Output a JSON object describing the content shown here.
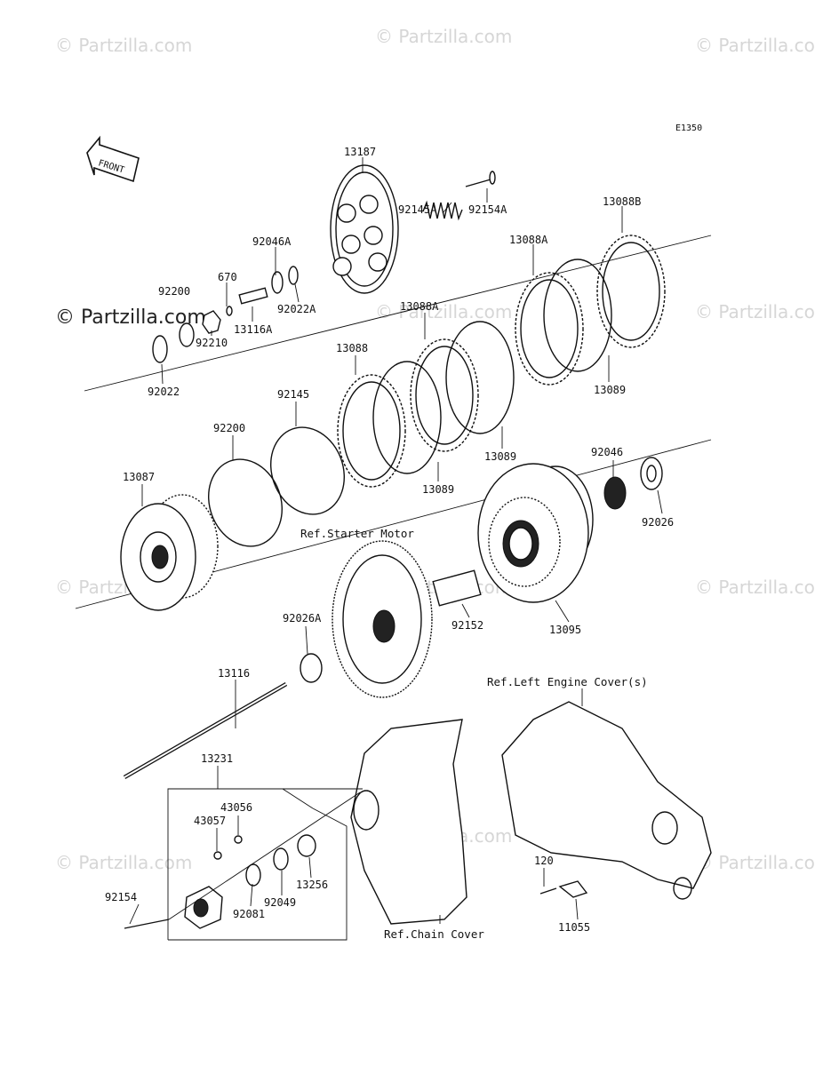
{
  "diagram": {
    "code": "E1350",
    "front_label": "FRONT",
    "watermark": "Partzilla.com",
    "watermark_main": "Partzilla.com",
    "parts": [
      {
        "id": "p13187",
        "number": "13187"
      },
      {
        "id": "p92154A",
        "number": "92154A"
      },
      {
        "id": "p92145A",
        "number": "92145A"
      },
      {
        "id": "p13088B",
        "number": "13088B"
      },
      {
        "id": "p13088A_top",
        "number": "13088A"
      },
      {
        "id": "p92046A",
        "number": "92046A"
      },
      {
        "id": "p670",
        "number": "670"
      },
      {
        "id": "p92200_top",
        "number": "92200"
      },
      {
        "id": "p92022A",
        "number": "92022A"
      },
      {
        "id": "p13116A",
        "number": "13116A"
      },
      {
        "id": "p92210",
        "number": "92210"
      },
      {
        "id": "p92022",
        "number": "92022"
      },
      {
        "id": "p13088A_mid",
        "number": "13088A"
      },
      {
        "id": "p13088",
        "number": "13088"
      },
      {
        "id": "p13089_right",
        "number": "13089"
      },
      {
        "id": "p13089_mid",
        "number": "13089"
      },
      {
        "id": "p13089_left",
        "number": "13089"
      },
      {
        "id": "p92145",
        "number": "92145"
      },
      {
        "id": "p92200",
        "number": "92200"
      },
      {
        "id": "p13087",
        "number": "13087"
      },
      {
        "id": "p92046",
        "number": "92046"
      },
      {
        "id": "p92026",
        "number": "92026"
      },
      {
        "id": "p13095",
        "number": "13095"
      },
      {
        "id": "p92152",
        "number": "92152"
      },
      {
        "id": "p92026A",
        "number": "92026A"
      },
      {
        "id": "p13116",
        "number": "13116"
      },
      {
        "id": "p13231",
        "number": "13231"
      },
      {
        "id": "p43056",
        "number": "43056"
      },
      {
        "id": "p43057",
        "number": "43057"
      },
      {
        "id": "p92154",
        "number": "92154"
      },
      {
        "id": "p92081",
        "number": "92081"
      },
      {
        "id": "p92049",
        "number": "92049"
      },
      {
        "id": "p13256",
        "number": "13256"
      },
      {
        "id": "p120",
        "number": "120"
      },
      {
        "id": "p11055",
        "number": "11055"
      }
    ],
    "refs": {
      "starter_motor": "Ref.Starter Motor",
      "left_engine_cover": "Ref.Left Engine Cover(s)",
      "chain_cover": "Ref.Chain Cover"
    }
  }
}
